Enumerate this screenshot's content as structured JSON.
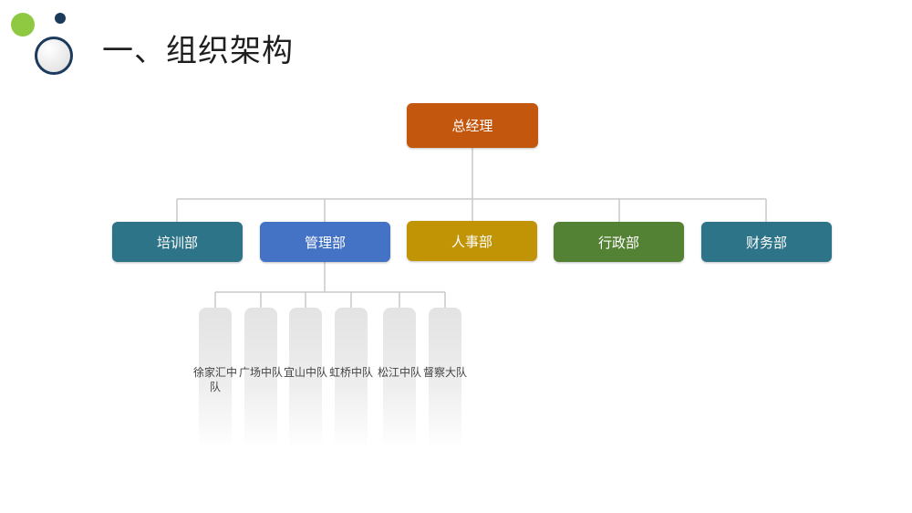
{
  "title": "一、组织架构",
  "colors": {
    "top": "#c4570e",
    "departments": [
      "#2e7489",
      "#4472c4",
      "#c09404",
      "#548235",
      "#2e7489"
    ],
    "lines": "#c8c8c8"
  },
  "top_node": {
    "label": "总经理"
  },
  "departments": [
    {
      "label": "培训部"
    },
    {
      "label": "管理部"
    },
    {
      "label": "人事部"
    },
    {
      "label": "行政部"
    },
    {
      "label": "财务部"
    }
  ],
  "squads": [
    {
      "label": "徐家汇中队"
    },
    {
      "label": "广场中队"
    },
    {
      "label": "宜山中队"
    },
    {
      "label": "虹桥中队"
    },
    {
      "label": "松江中队"
    },
    {
      "label": "督察大队"
    }
  ]
}
